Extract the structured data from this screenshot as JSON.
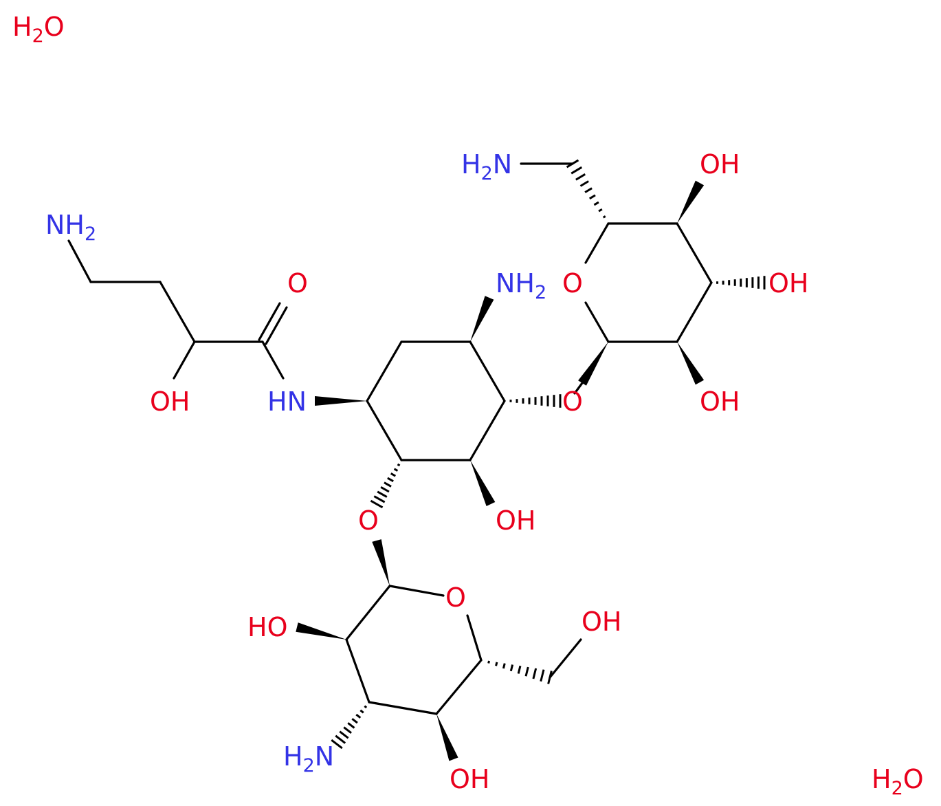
{
  "colors": {
    "oxygen": "#e8001c",
    "nitrogen": "#3333e6",
    "carbon_bond": "#000000",
    "background": "#ffffff"
  },
  "water": {
    "label": "H",
    "sub": "2",
    "tail": "O"
  },
  "labels": {
    "nh2": {
      "main": "NH",
      "sub": "2"
    },
    "h2n": {
      "main": "H",
      "sub": "2",
      "tail": "N"
    },
    "oh": "OH",
    "ho": "HO",
    "o": "O",
    "hn": "HN"
  }
}
